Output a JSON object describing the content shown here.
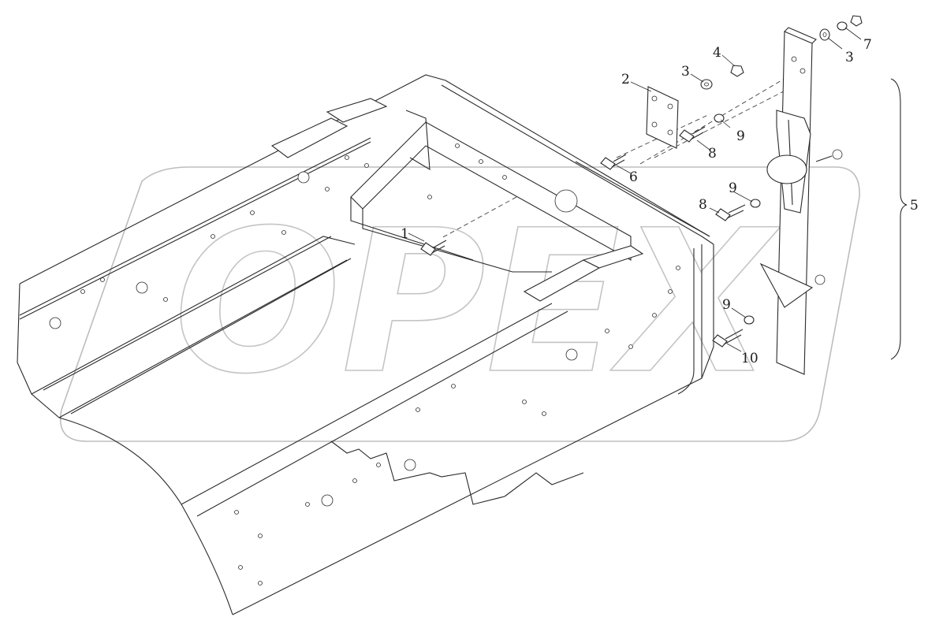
{
  "callouts": {
    "c1": "1",
    "c2": "2",
    "c3a": "3",
    "c3b": "3",
    "c4": "4",
    "c5": "5",
    "c6": "6",
    "c7": "7",
    "c8a": "8",
    "c8b": "8",
    "c9a": "9",
    "c9b": "9",
    "c9c": "9",
    "c10": "10"
  },
  "watermark": {
    "text": "OPEX"
  }
}
